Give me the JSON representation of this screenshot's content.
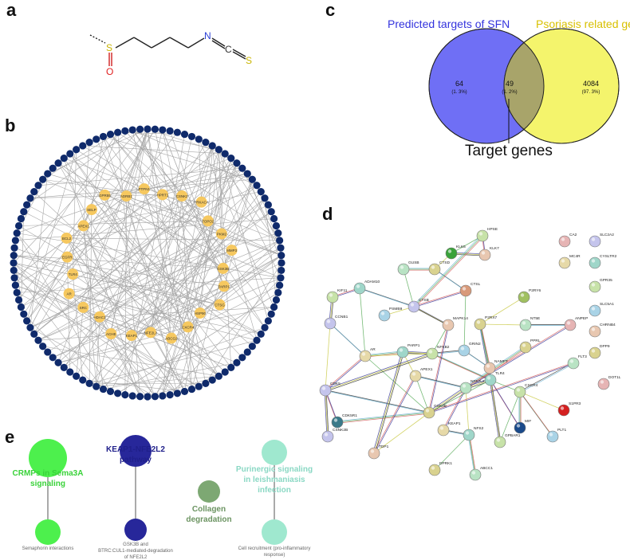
{
  "panels": {
    "a": {
      "letter": "a",
      "atoms": {
        "s": "S",
        "o": "O",
        "n": "N",
        "c": "C",
        "s2": "S"
      }
    },
    "b": {
      "letter": "b",
      "inner_labels": [
        "HPRT1",
        "CSNK2",
        "PRKACA",
        "TOPO2",
        "PKM2",
        "MMP3",
        "GSK3B",
        "PARP1",
        "CTSG",
        "HSP90",
        "CXCR4",
        "ABCG2",
        "NFE2L2",
        "KEAP1",
        "ACHE",
        "HDAC1",
        "SRC",
        "AR",
        "TLR4",
        "EGFR",
        "BCL2",
        "APEX1",
        "SELP",
        "GPR55",
        "ADRB1",
        "PTPN1"
      ]
    },
    "c": {
      "letter": "c",
      "title_left": "Predicted targets of SFN",
      "title_right": "Psoriasis related genes",
      "left": {
        "count": "64",
        "pct": "(1. 3%)"
      },
      "mid": {
        "count": "49",
        "pct": "(1. 2%)"
      },
      "right": {
        "count": "4084",
        "pct": "(97. 3%)"
      },
      "annotation": "Target genes",
      "colors": {
        "left": "#6f6ff5",
        "right": "#f4f46c",
        "overlap": "#a8a46a"
      }
    },
    "d": {
      "letter": "d",
      "nodes": [
        "HPSE",
        "KLK5",
        "KLK7",
        "CTSD",
        "GUSB",
        "CTSL",
        "CTSB",
        "P2RY6",
        "ADAM10",
        "KIF11",
        "PSMB9",
        "MAPK14",
        "P2RX7",
        "NT5E",
        "ANPEP",
        "CCNB1",
        "AR",
        "PARP1",
        "NFKB2",
        "GRIN2",
        "NAMPT",
        "PPRL",
        "FLT3",
        "DOT1L",
        "CDK5",
        "APEX1",
        "TLR4",
        "CXCR4",
        "S1PR3",
        "CDK5R1",
        "GSK3B",
        "NFE2L2",
        "MIF",
        "CSNK2B",
        "KEAP1",
        "NFS2",
        "GPBAR1",
        "PLT1",
        "TDP1",
        "DPRK1",
        "ABCC1",
        "CA2",
        "SLC2A2",
        "MC4R",
        "CYSLTR2",
        "GPR35",
        "SLC5A1",
        "CHRNB4",
        "DPP9"
      ]
    },
    "e": {
      "letter": "e",
      "terms": [
        {
          "title": "CRMPs in Sema3A signaling",
          "sub": "Semaphorin interactions",
          "color": "#4df04d"
        },
        {
          "title": "KEAP1-NFE2L2 pathway",
          "sub": "GSK3B and BTRC:CUL1-mediated-degradation of NFE2L2",
          "color": "#27279a"
        },
        {
          "title": "Collagen degradation",
          "sub": "",
          "color": "#7da873"
        },
        {
          "title": "Purinergic signaling in leishmaniasis infection",
          "sub": "Cell recruitment (pro-inflammatory response)",
          "color": "#9fe8cf"
        }
      ]
    }
  }
}
